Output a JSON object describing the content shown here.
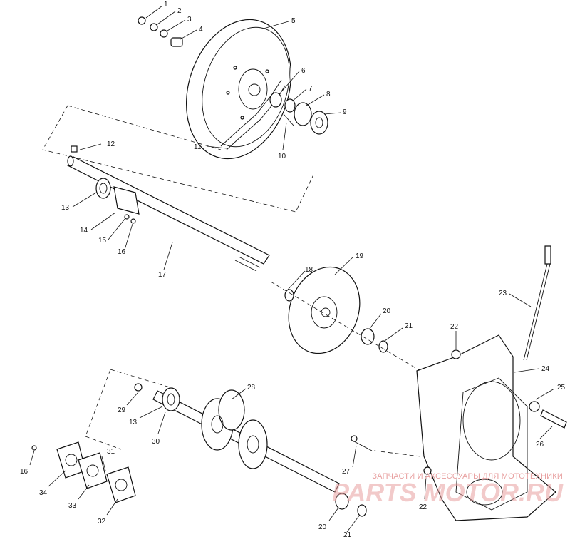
{
  "callouts": [
    {
      "id": "c1",
      "text": "1"
    },
    {
      "id": "c2",
      "text": "2"
    },
    {
      "id": "c3",
      "text": "3"
    },
    {
      "id": "c4",
      "text": "4"
    },
    {
      "id": "c5",
      "text": "5"
    },
    {
      "id": "c6",
      "text": "6"
    },
    {
      "id": "c7",
      "text": "7"
    },
    {
      "id": "c8",
      "text": "8"
    },
    {
      "id": "c9",
      "text": "9"
    },
    {
      "id": "c10",
      "text": "10"
    },
    {
      "id": "c11",
      "text": "11"
    },
    {
      "id": "c12",
      "text": "12"
    },
    {
      "id": "c13a",
      "text": "13"
    },
    {
      "id": "c14",
      "text": "14"
    },
    {
      "id": "c15",
      "text": "15"
    },
    {
      "id": "c16a",
      "text": "16"
    },
    {
      "id": "c17",
      "text": "17"
    },
    {
      "id": "c18",
      "text": "18"
    },
    {
      "id": "c19",
      "text": "19"
    },
    {
      "id": "c20a",
      "text": "20"
    },
    {
      "id": "c21a",
      "text": "21"
    },
    {
      "id": "c22a",
      "text": "22"
    },
    {
      "id": "c23",
      "text": "23"
    },
    {
      "id": "c24",
      "text": "24"
    },
    {
      "id": "c25",
      "text": "25"
    },
    {
      "id": "c26",
      "text": "26"
    },
    {
      "id": "c27",
      "text": "27"
    },
    {
      "id": "c22b",
      "text": "22"
    },
    {
      "id": "c28",
      "text": "28"
    },
    {
      "id": "c29",
      "text": "29"
    },
    {
      "id": "c13b",
      "text": "13"
    },
    {
      "id": "c30",
      "text": "30"
    },
    {
      "id": "c16b",
      "text": "16"
    },
    {
      "id": "c31",
      "text": "31"
    },
    {
      "id": "c34",
      "text": "34"
    },
    {
      "id": "c33",
      "text": "33"
    },
    {
      "id": "c32",
      "text": "32"
    },
    {
      "id": "c20b",
      "text": "20"
    },
    {
      "id": "c21b",
      "text": "21"
    }
  ],
  "watermark": {
    "line1": "ЗАПЧАСТИ И АКСЕССУАРЫ ДЛЯ МОТОТЕХНИКИ",
    "line2": "PARTS MOTOR.RU"
  }
}
